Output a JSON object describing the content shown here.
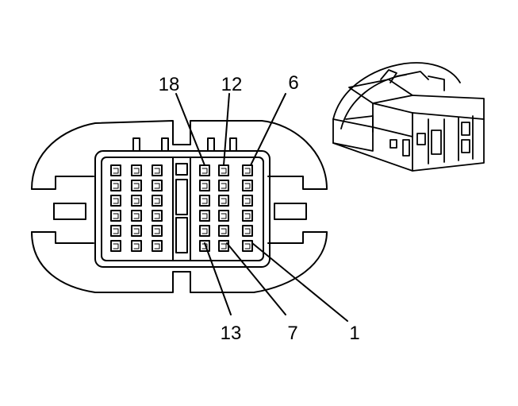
{
  "pin_labels": {
    "top": [
      "18",
      "12",
      "6"
    ],
    "bottom": [
      "13",
      "7",
      "1"
    ]
  },
  "colors": {
    "line": "#000000",
    "background": "#ffffff"
  }
}
